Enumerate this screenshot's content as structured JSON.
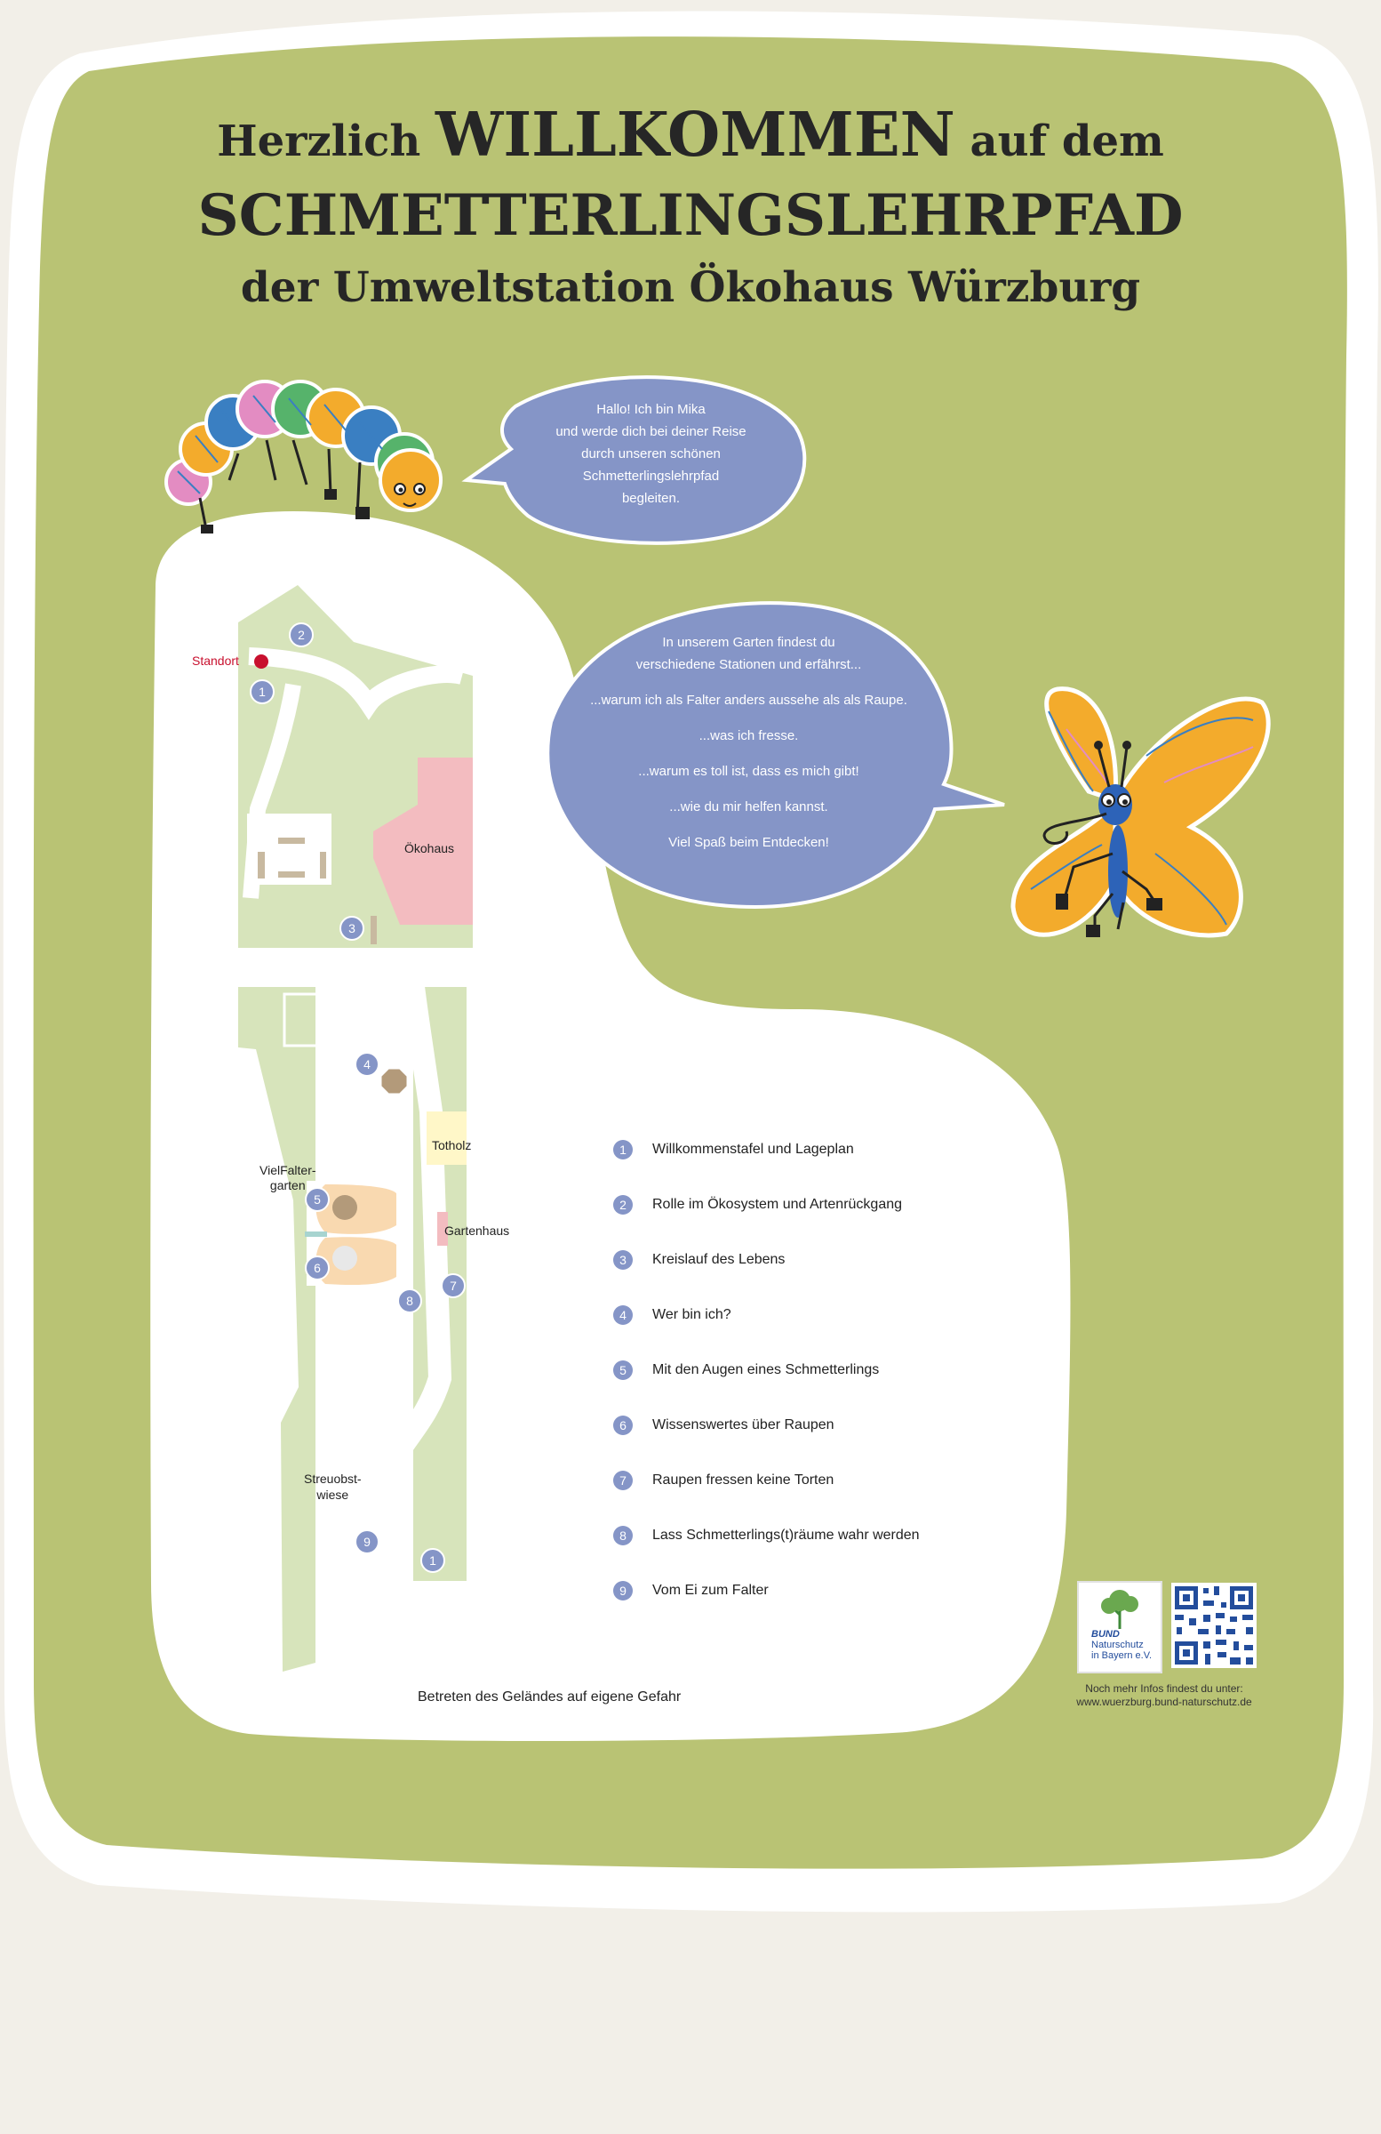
{
  "header": {
    "line1_pre": "Herzlich",
    "line1_big": "WILLKOMMEN",
    "line1_post": "auf dem",
    "line2": "SCHMETTERLINGSLEHRPFAD",
    "line3": "der Umweltstation Ökohaus Würzburg"
  },
  "bubble1": {
    "lines": [
      "Hallo! Ich bin Mika",
      "und werde dich bei deiner Reise",
      "durch unseren schönen",
      "Schmetterlingslehrpfad",
      "begleiten."
    ]
  },
  "bubble2": {
    "lines": [
      "In unserem Garten findest du",
      "verschiedene Stationen und erfährst...",
      "...warum ich als Falter anders aussehe als als Raupe.",
      "...was ich fresse.",
      "...warum es toll ist, dass es mich gibt!",
      "...wie du mir helfen kannst.",
      "Viel Spaß beim Entdecken!"
    ]
  },
  "map": {
    "standort": "Standort",
    "oekohaus": "Ökohaus",
    "totholz": "Totholz",
    "vielfalter_1": "VielFalter-",
    "vielfalter_2": "garten",
    "gartenhaus": "Gartenhaus",
    "streuobst_1": "Streuobst-",
    "streuobst_2": "wiese",
    "markers": [
      "2",
      "1",
      "3",
      "4",
      "5",
      "6",
      "7",
      "8",
      "9",
      "1"
    ]
  },
  "legend": [
    {
      "num": "1",
      "text": "Willkommenstafel und Lageplan"
    },
    {
      "num": "2",
      "text": "Rolle im Ökosystem und Artenrückgang"
    },
    {
      "num": "3",
      "text": "Kreislauf des Lebens"
    },
    {
      "num": "4",
      "text": "Wer bin ich?"
    },
    {
      "num": "5",
      "text": "Mit den Augen eines Schmetterlings"
    },
    {
      "num": "6",
      "text": "Wissenswertes über Raupen"
    },
    {
      "num": "7",
      "text": "Raupen fressen keine Torten"
    },
    {
      "num": "8",
      "text": "Lass Schmetterlings(t)räume wahr werden"
    },
    {
      "num": "9",
      "text": "Vom Ei zum Falter"
    }
  ],
  "footer": {
    "disclaimer": "Betreten des Geländes auf eigene Gefahr",
    "more_info_1": "Noch mehr Infos findest du unter:",
    "more_info_2": "www.wuerzburg.bund-naturschutz.de",
    "bund_logo_1": "BUND",
    "bund_logo_2": "Naturschutz",
    "bund_logo_3": "in Bayern e.V."
  },
  "colors": {
    "background": "#f2efe8",
    "board_green": "#b9c374",
    "bubble": "#8595c7",
    "map_green": "#d7e4bb",
    "house": "#f3bcc0",
    "marker": "#8595c7",
    "standort": "#c8102e",
    "butterfly_wing": "#f3ab2c",
    "caterpillar_body": "#f3ab2c"
  },
  "icons": [
    "caterpillar-mascot",
    "butterfly-mascot",
    "bund-logo",
    "qr-code"
  ]
}
